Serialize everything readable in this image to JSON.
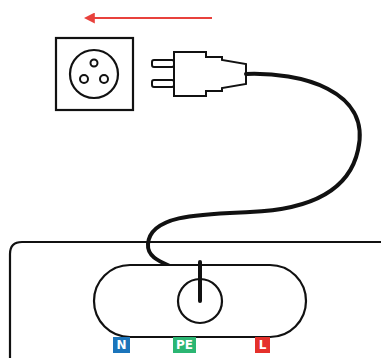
{
  "diagram": {
    "nodes": [
      {
        "text": [
          "N"
        ]
      },
      {
        "text": [
          "PE"
        ]
      },
      {
        "text": [
          "L"
        ]
      }
    ]
  }
}
